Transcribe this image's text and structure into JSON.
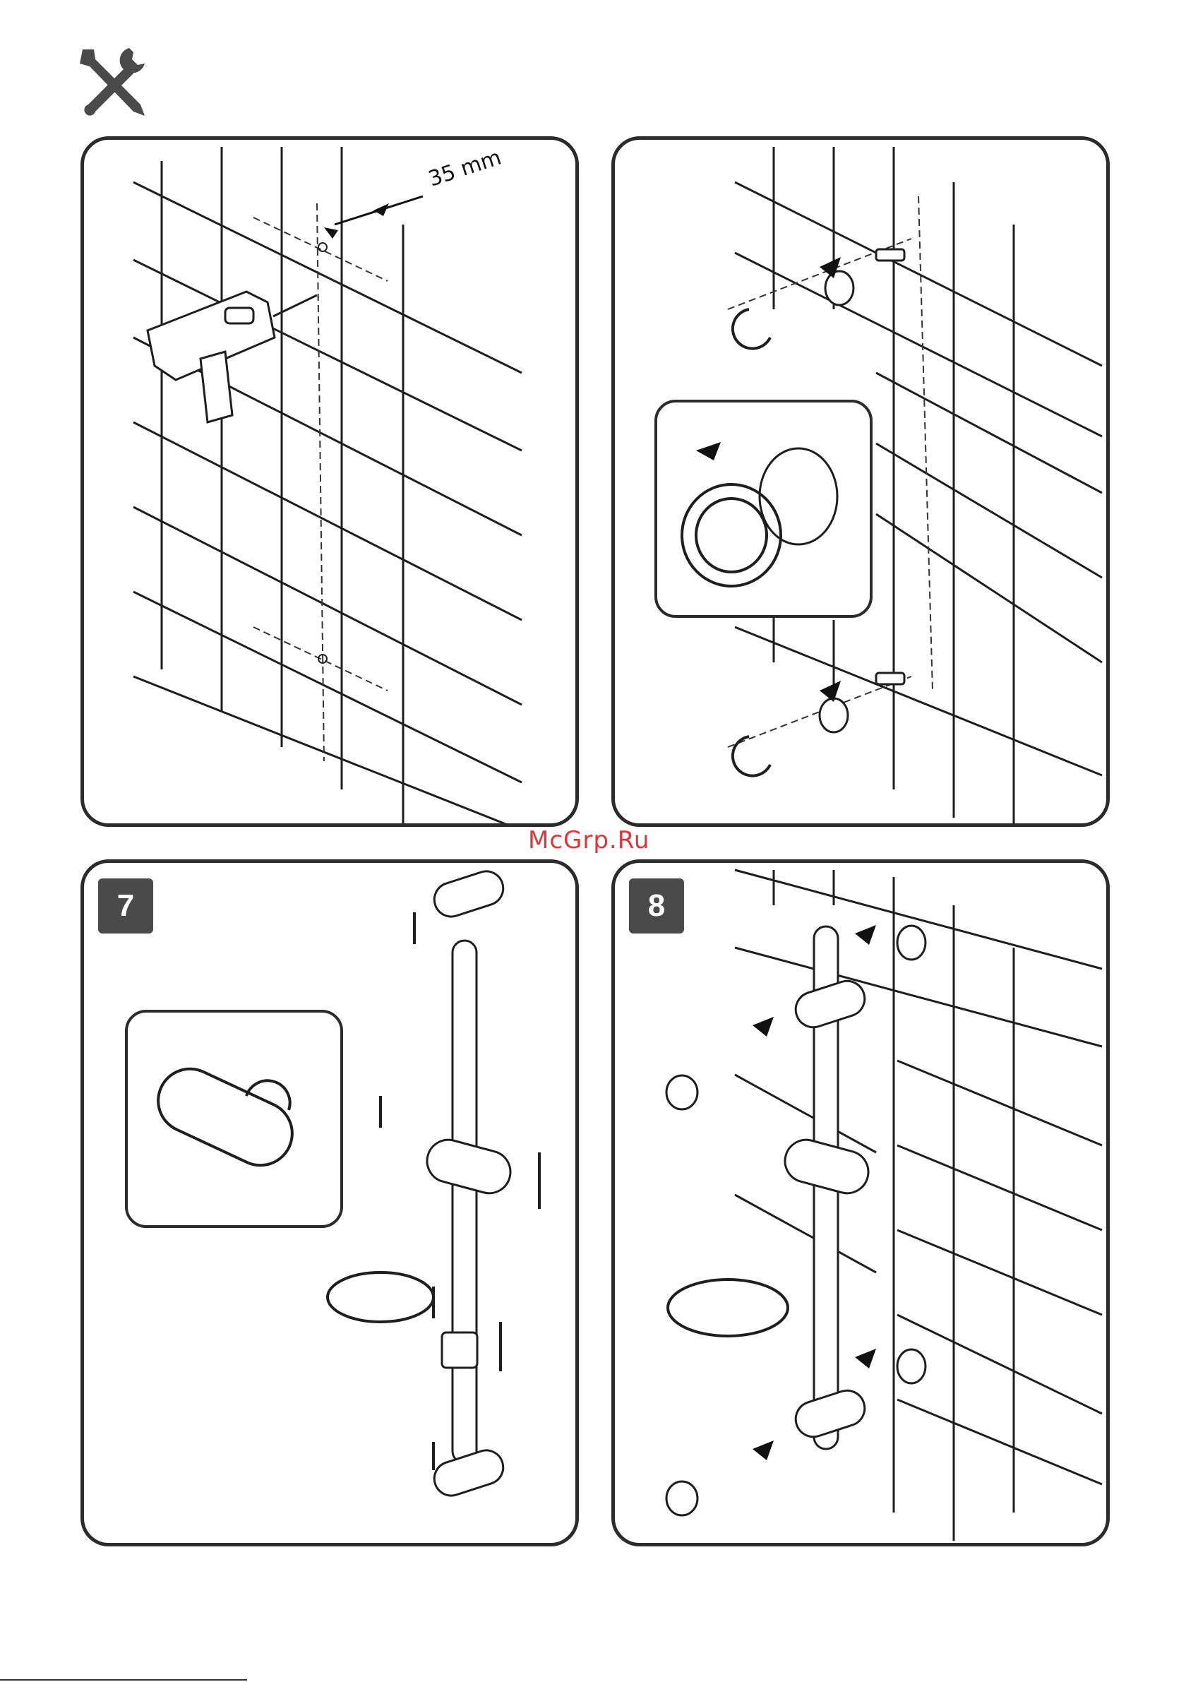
{
  "header": {
    "icon": "tools-icon"
  },
  "watermark": "McGrp.Ru",
  "panels": [
    {
      "id": "drill",
      "dimension_label": "35 mm"
    },
    {
      "id": "anchors"
    },
    {
      "id": "step-7",
      "step_number": "7"
    },
    {
      "id": "step-8",
      "step_number": "8"
    }
  ],
  "colors": {
    "line": "#1e1e1e",
    "frame": "#2b2b2b",
    "badge": "#4a4a4a",
    "watermark": "#d9383a"
  }
}
